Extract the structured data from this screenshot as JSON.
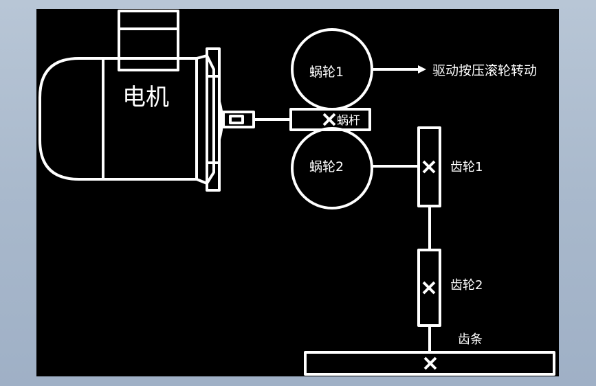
{
  "diagram": {
    "motor_label": "电机",
    "worm_label": "蜗杆",
    "worm_wheel_1_label": "蜗轮1",
    "worm_wheel_2_label": "蜗轮2",
    "drive_label": "驱动按压滚轮转动",
    "gear_1_label": "齿轮1",
    "gear_2_label": "齿轮2",
    "rack_label": "齿条"
  },
  "colors": {
    "background": "#000000",
    "stroke": "#ffffff",
    "frame": "#a9b9cc"
  }
}
